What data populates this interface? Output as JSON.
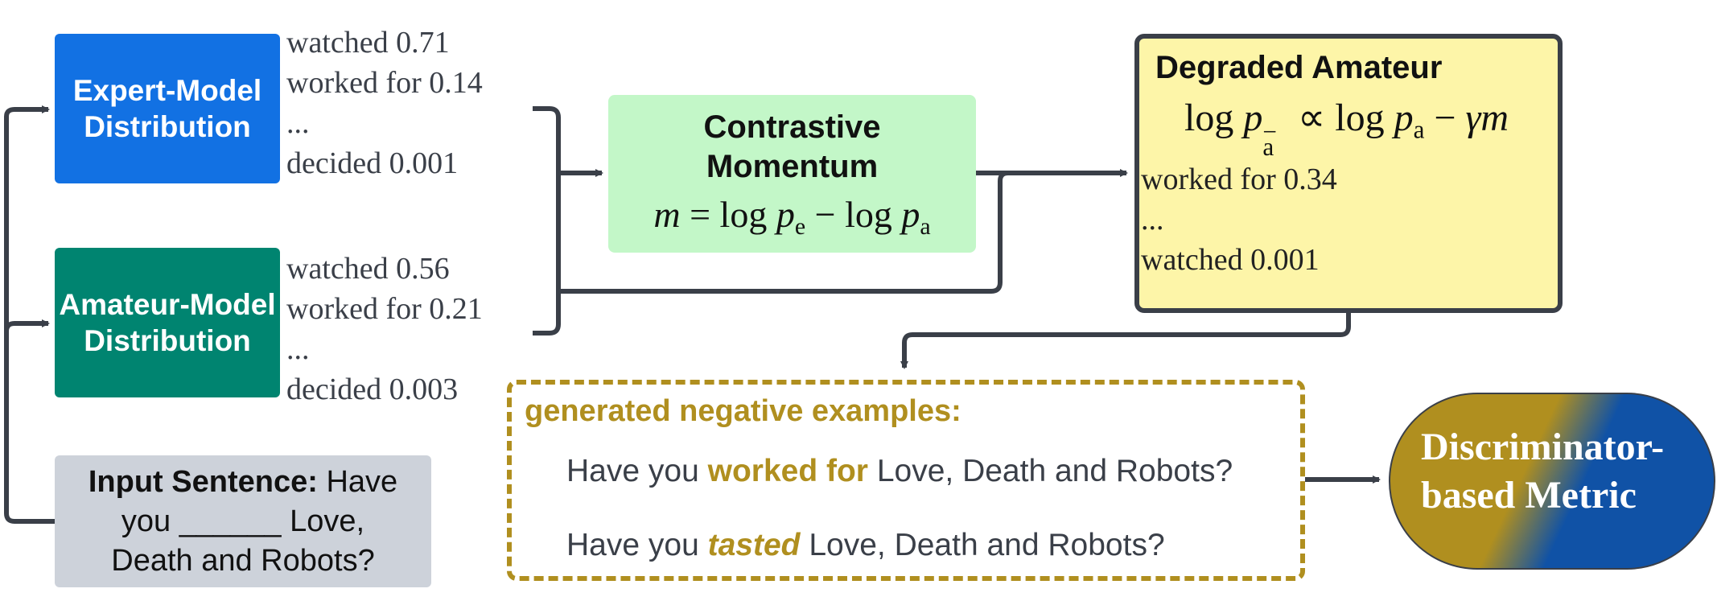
{
  "expert_box": {
    "title_line1": "Expert-Model",
    "title_line2": "Distribution",
    "color": "#1271e3"
  },
  "amateur_box": {
    "title_line1": "Amateur-Model",
    "title_line2": "Distribution",
    "color": "#008470"
  },
  "expert_dist": [
    {
      "text": "watched 0.71"
    },
    {
      "text": "worked for 0.14"
    },
    {
      "text": "..."
    },
    {
      "text": "decided 0.001"
    }
  ],
  "amateur_dist": [
    {
      "text": "watched 0.56"
    },
    {
      "text": "worked for 0.21"
    },
    {
      "text": "..."
    },
    {
      "text": "decided 0.003"
    }
  ],
  "input_box": {
    "label": "Input Sentence:",
    "text_line1": "Have",
    "text_line2": "you ______ Love,",
    "text_line3": "Death and Robots?",
    "color": "#cdd2da"
  },
  "momentum_box": {
    "title_line1": "Contrastive",
    "title_line2": "Momentum",
    "formula_lhs": "m",
    "formula_eq": "=",
    "formula_log1": "log",
    "formula_p1": "p",
    "formula_sub1": "e",
    "formula_minus": "−",
    "formula_log2": "log",
    "formula_p2": "p",
    "formula_sub2": "a",
    "color": "#c3f7c8"
  },
  "degraded_box": {
    "title": "Degraded Amateur",
    "formula_log1": "log",
    "formula_p1": "p",
    "formula_sub1": "a",
    "formula_sup1": "−",
    "formula_prop": "∝",
    "formula_log2": "log",
    "formula_p2": "p",
    "formula_sub2": "a",
    "formula_minus": "−",
    "formula_gamma": "γm",
    "items": [
      {
        "text": "worked for 0.34"
      },
      {
        "text": "..."
      },
      {
        "text": "watched 0.001"
      }
    ],
    "color": "#fdf5a8"
  },
  "negatives_box": {
    "title": "generated negative examples:",
    "ex1_prefix": "Have you",
    "ex1_highlight": "worked for",
    "ex1_suffix": "Love, Death and Robots?",
    "ex2_prefix": "Have you",
    "ex2_highlight": "tasted",
    "ex2_suffix": "Love, Death and Robots?",
    "color": "#b08f1f"
  },
  "metric_pill": {
    "line1": "Discriminator-",
    "line2": "based Metric",
    "color_left": "#b08f1f",
    "color_right": "#1052a6"
  }
}
